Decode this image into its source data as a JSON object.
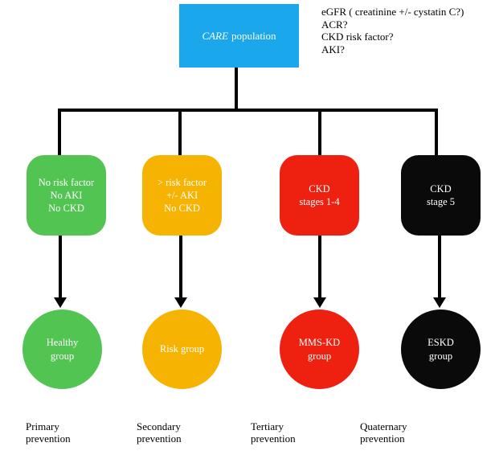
{
  "population_box": {
    "name_italic": "CARE",
    "name_rest": "population"
  },
  "criteria": {
    "lines": [
      "eGFR ( creatinine +/- cystatin C?)",
      "ACR?",
      "CKD risk factor?",
      "AKI?"
    ]
  },
  "columns": [
    {
      "id": "healthy",
      "color": "#52C452",
      "box_line1": "No risk factor",
      "box_line2": "No AKI",
      "box_line3": "No CKD",
      "circle_line1": "Healthy",
      "circle_line2": "group",
      "label_line1": "Primary",
      "label_line2": "prevention"
    },
    {
      "id": "risk",
      "color": "#F7B301",
      "box_line1": "> risk factor",
      "box_line2": "+/- AKI",
      "box_line3": "No CKD",
      "circle_line1": "Risk group",
      "label_line1": "Secondary",
      "label_line2": "prevention"
    },
    {
      "id": "mms-kd",
      "color": "#EE2111",
      "box_line1": "CKD",
      "box_line2": "stages 1-4",
      "circle_line1": "MMS-KD",
      "circle_line2": "group",
      "label_line1": "Tertiary",
      "label_line2": "prevention"
    },
    {
      "id": "eskd",
      "color": "#0A0A0A",
      "box_line1": "CKD",
      "box_line2": "stage 5",
      "circle_line1": "ESKD",
      "circle_line2": "group",
      "label_line1": "Quaternary",
      "label_line2": "prevention"
    }
  ],
  "colors": {
    "population": "#1BA7EC",
    "connector": "#000000"
  }
}
